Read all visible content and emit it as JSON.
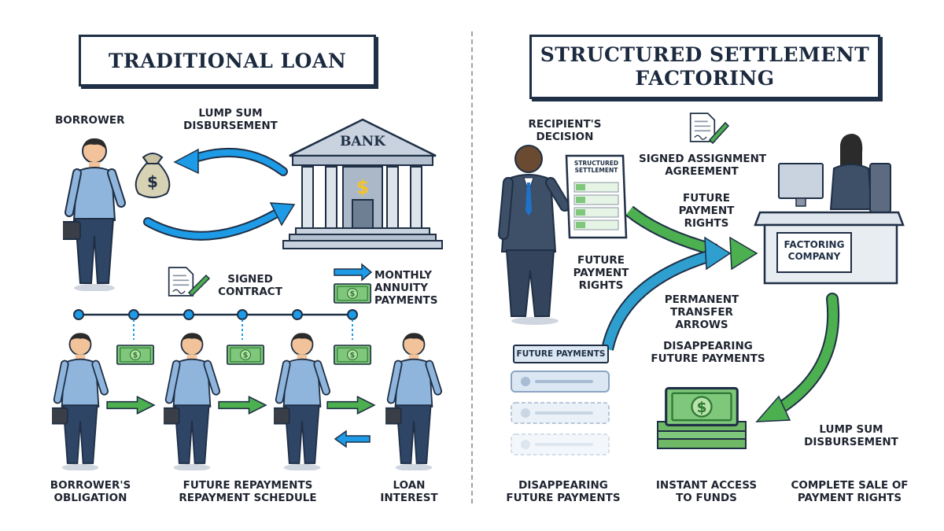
{
  "left": {
    "title": "TRADITIONAL LOAN",
    "borrower": "BORROWER",
    "lump_sum": [
      "LUMP SUM",
      "DISBURSEMENT"
    ],
    "bank": "BANK",
    "signed_contract": [
      "SIGNED",
      "CONTRACT"
    ],
    "monthly_payments": [
      "MONTHLY",
      "ANNUITY",
      "PAYMENTS"
    ],
    "obligation": [
      "BORROWER'S",
      "OBLIGATION"
    ],
    "future_repayments": [
      "FUTURE REPAYMENTS",
      "REPAYMENT SCHEDULE"
    ],
    "loan_interest": [
      "LOAN",
      "INTEREST"
    ]
  },
  "right": {
    "title": [
      "STRUCTURED SETTLEMENT",
      "FACTORING"
    ],
    "decision": [
      "RECIPIENT'S",
      "DECISION"
    ],
    "doc_title": [
      "STRUCTURED",
      "SETTLEMENT"
    ],
    "signed_assignment": [
      "SIGNED ASSIGNMENT",
      "AGREEMENT"
    ],
    "future_rights_top": [
      "FUTURE",
      "PAYMENT",
      "RIGHTS"
    ],
    "future_rights_mid": [
      "FUTURE",
      "PAYMENT",
      "RIGHTS"
    ],
    "factoring_company": [
      "FACTORING",
      "COMPANY"
    ],
    "permanent_transfer": [
      "PERMANENT",
      "TRANSFER",
      "ARROWS"
    ],
    "disappearing_mid": [
      "DISAPPEARING",
      "FUTURE PAYMENTS"
    ],
    "future_payments_tag": "FUTURE PAYMENTS",
    "lump_sum": [
      "LUMP SUM",
      "DISBURSEMENT"
    ],
    "disappearing_bottom": [
      "DISAPPEARING",
      "FUTURE PAYMENTS"
    ],
    "instant_access": [
      "INSTANT ACCESS",
      "TO FUNDS"
    ],
    "complete_sale": [
      "COMPLETE SALE OF",
      "PAYMENT RIGHTS"
    ]
  },
  "currency_symbol": "$",
  "colors": {
    "navy": "#1f2f45",
    "green": "#4caf50",
    "blue_arrow": "#1e9be6",
    "shirt": "#8fb5dc",
    "money": "#7fc77a"
  }
}
